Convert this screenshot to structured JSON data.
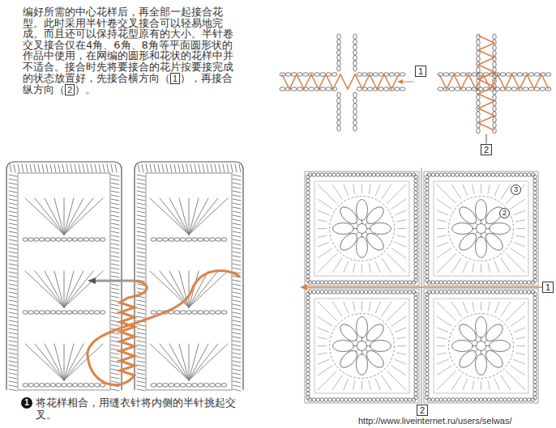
{
  "diagram": {
    "caption": "将花样相合，用缝衣针将内侧的半针挑起交叉。",
    "labels": [
      "编好所需的中心花样后，再全部一起接合花型。此时采用半针卷交叉接合可以轻易地完成。而且还可以保持花型原有的大小。半针卷交叉接合仅在4角、6角、8角等平面圆形状的作品中使用，在网编的圆形和花状的花样中并不适合。接合时先将要接合的花片按要接完成的状态放置好，先接合横方向（",
      "1",
      "），再接合纵方向（",
      "2",
      "）。",
      "1",
      "2",
      "3",
      "2",
      "1",
      "2",
      "1",
      "http://www.liveinternet.ru/users/selwas/"
    ]
  }
}
